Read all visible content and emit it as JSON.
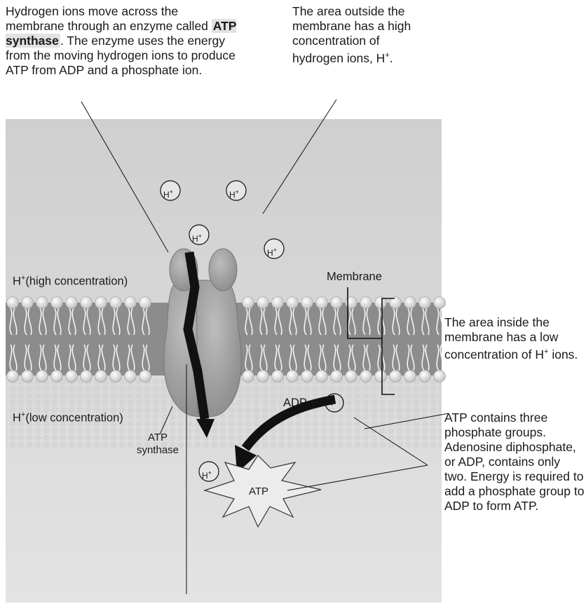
{
  "captions": {
    "top_left_before": "Hydrogen ions move across the membrane through an enzyme called ",
    "top_left_term": "ATP synthase",
    "top_left_after": ". The enzyme uses the energy from the moving hydrogen ions to produce ATP from ADP and a phosphate ion.",
    "top_right_pre": "The area outside the membrane has a high concentration of hydrogen ions, H",
    "top_right_sup": "+",
    "top_right_post": ".",
    "inside_pre": "The area inside the membrane has a low concentration of H",
    "inside_sup": "+",
    "inside_post": " ions.",
    "atp_note": "ATP contains three phosphate groups. Adenosine diphosphate, or ADP, contains only two. Energy is required to add a phosphate group to ADP to form ATP."
  },
  "labels": {
    "h_plus": "H",
    "plus": "+",
    "high_conc": "(high concentration)",
    "low_conc": "(low concentration)",
    "membrane": "Membrane",
    "atp_synthase": "ATP synthase",
    "adp_plus": "ADP +",
    "phosphate": "P",
    "atp": "ATP"
  },
  "colors": {
    "background_top": "#d4d4d4",
    "membrane_band": "#8c8c8c",
    "enzyme": "#a6a6a6",
    "arrow": "#111111"
  }
}
